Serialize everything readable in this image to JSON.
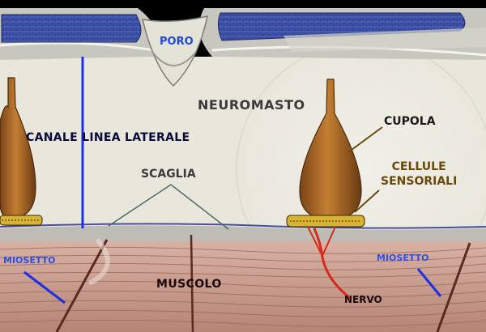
{
  "labels": {
    "poro": "PORO",
    "neuromasto": "NEUROMASTO",
    "canale": "CANALE LINEA LATERALE",
    "cupola": "CUPOLA",
    "cellule_line1": "CELLULE",
    "cellule_line2": "SENSORIALI",
    "scaglia": "SCAGLIA",
    "miosetto_left": "MIOSETTO",
    "miosetto_right": "MIOSETTO",
    "muscolo": "MUSCOLO",
    "nervo": "NERVO"
  },
  "colors": {
    "background": "#000000",
    "canal": "#e9e7dc",
    "scale_blue": "#3d4fa8",
    "skin": "#c9c9c1",
    "cupola": "#b8732a",
    "sensory_cells": "#d9b531",
    "muscle": "#c49a8c",
    "muscle_lines": "#7a3a32",
    "nerve": "#d62a1a",
    "pointer_blue": "#1c2ee6"
  }
}
